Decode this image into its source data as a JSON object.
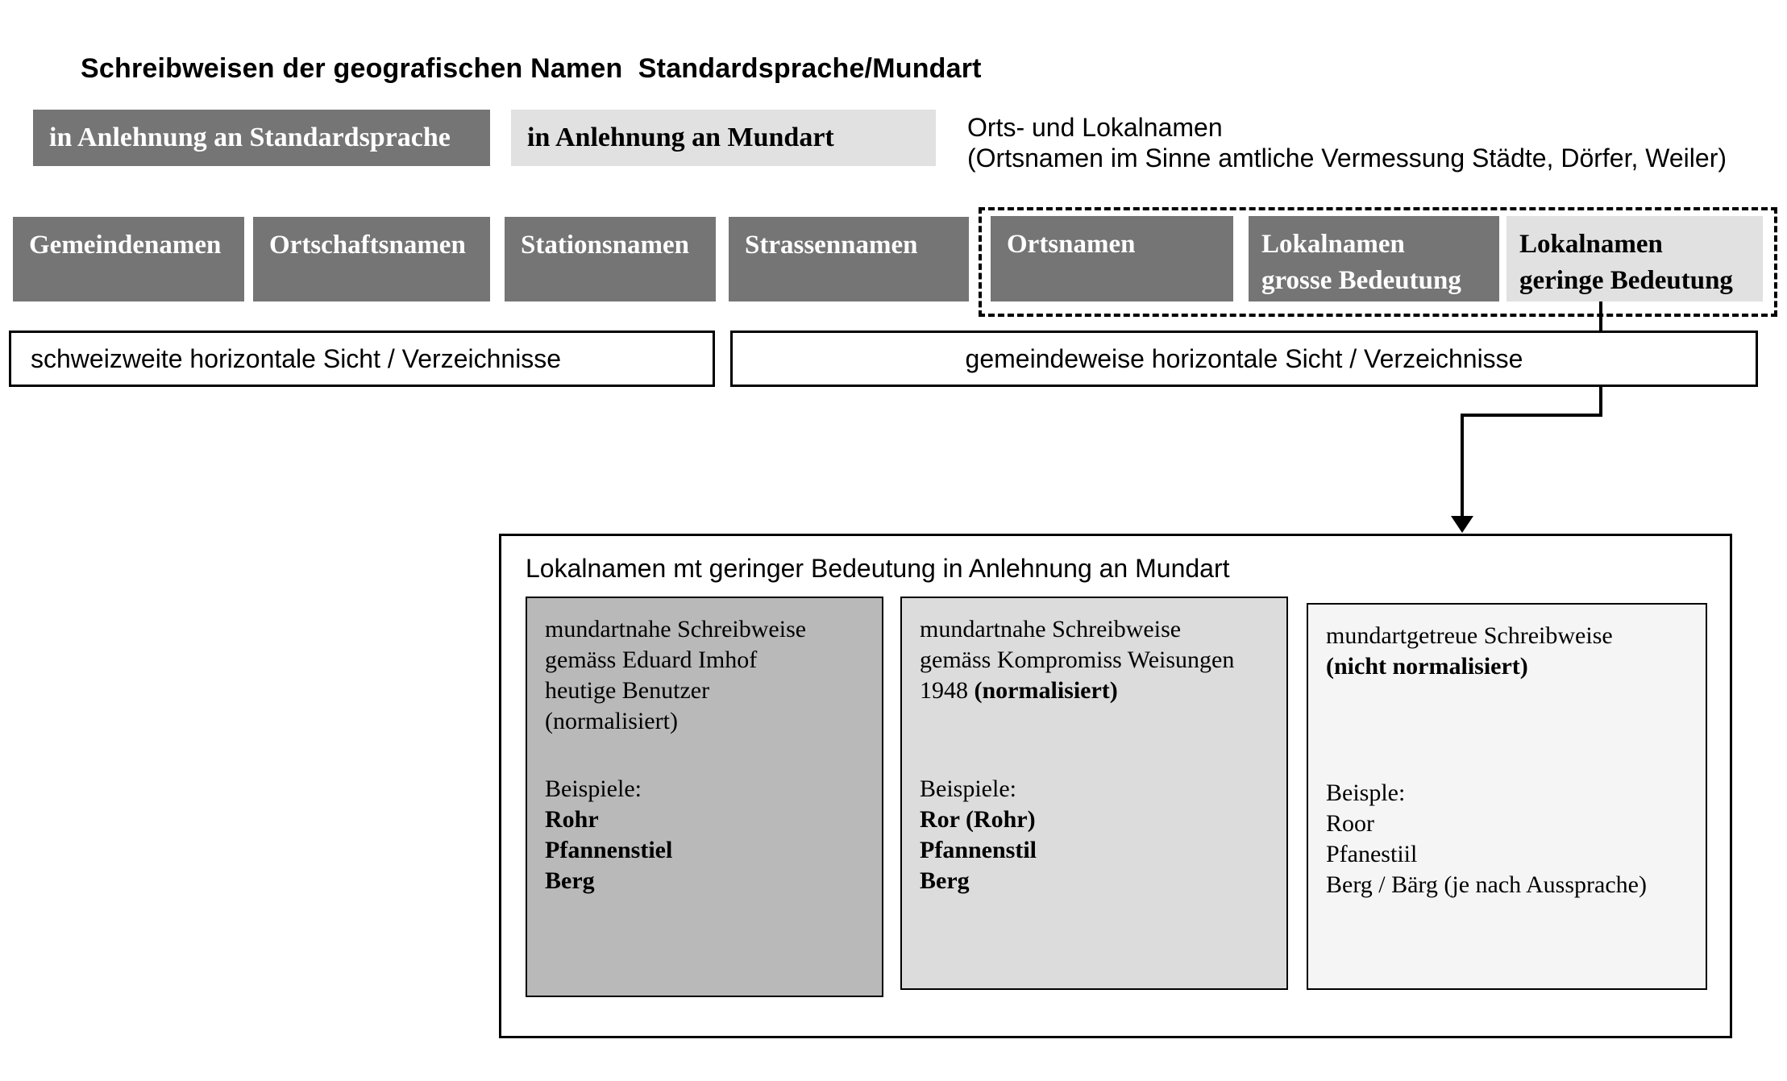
{
  "title": "Schreibweisen der geografischen Namen  Standardsprache/Mundart",
  "top_row": {
    "standardsprache_label": "in Anlehnung an Standardsprache",
    "mundart_label": "in Anlehnung an Mundart",
    "note_line1": "Orts- und Lokalnamen",
    "note_line2": "(Ortsnamen im Sinne amtliche Vermessung Städte, Dörfer, Weiler)"
  },
  "category_row": {
    "gemeindenamen": "Gemeindenamen",
    "ortschaftsnamen": "Ortschaftsnamen",
    "stationsnamen": "Stationsnamen",
    "strassennamen": "Strassennamen",
    "ortsnamen": "Ortsnamen",
    "lokalnamen_grosse": {
      "line1": "Lokalnamen",
      "line2": "grosse Bedeutung"
    },
    "lokalnamen_geringe": {
      "line1": "Lokalnamen",
      "line2": "geringe Bedeutung"
    }
  },
  "view_row": {
    "schweizweit": "schweizweite horizontale Sicht / Verzeichnisse",
    "gemeindeweise": "gemeindeweise horizontale Sicht / Verzeichnisse"
  },
  "detail": {
    "title": "Lokalnamen mt geringer Bedeutung in Anlehnung an Mundart",
    "card1": {
      "line1": "mundartnahe Schreibweise",
      "line2": "gemäss Eduard Imhof",
      "line3": "heutige Benutzer",
      "line4": "(normalisiert)",
      "examples_label": "Beispiele:",
      "example1": "Rohr",
      "example2": "Pfannenstiel",
      "example3": "Berg"
    },
    "card2": {
      "line1": "mundartnahe Schreibweise",
      "line2": "gemäss Kompromiss Weisungen",
      "line3_plain": "1948 ",
      "line3_bold": "(normalisiert)",
      "examples_label": "Beispiele:",
      "example1": "Ror (Rohr)",
      "example2": "Pfannenstil",
      "example3": "Berg"
    },
    "card3": {
      "line1": "mundartgetreue Schreibweise",
      "line2_bold": "(nicht normalisiert)",
      "examples_label": "Beisple:",
      "example1": "Roor",
      "example2": "Pfanestiil",
      "example3": "Berg / Bärg (je nach Aussprache)"
    }
  },
  "colors": {
    "dark_gray": "#757575",
    "light_gray": "#e1e1e1",
    "card1_bg": "#b9b9b9",
    "card2_bg": "#dcdcdc",
    "card3_bg": "#f5f5f5",
    "line_black": "#000000"
  }
}
